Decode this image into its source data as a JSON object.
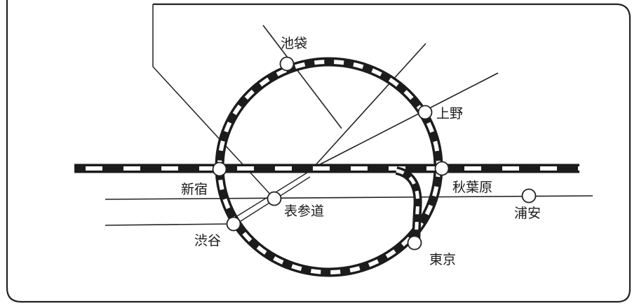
{
  "map": {
    "stations": {
      "ikebukuro": "池袋",
      "ueno": "上野",
      "shinjuku": "新宿",
      "akihabara": "秋葉原",
      "omotesando": "表参道",
      "urayasu": "浦安",
      "shibuya": "渋谷",
      "tokyo": "東京"
    },
    "colors": {
      "rail_dark": "#1c1c1c",
      "rail_light": "#ffffff",
      "line": "#222222",
      "frame": "#222222",
      "station_fill": "#ffffff"
    }
  }
}
